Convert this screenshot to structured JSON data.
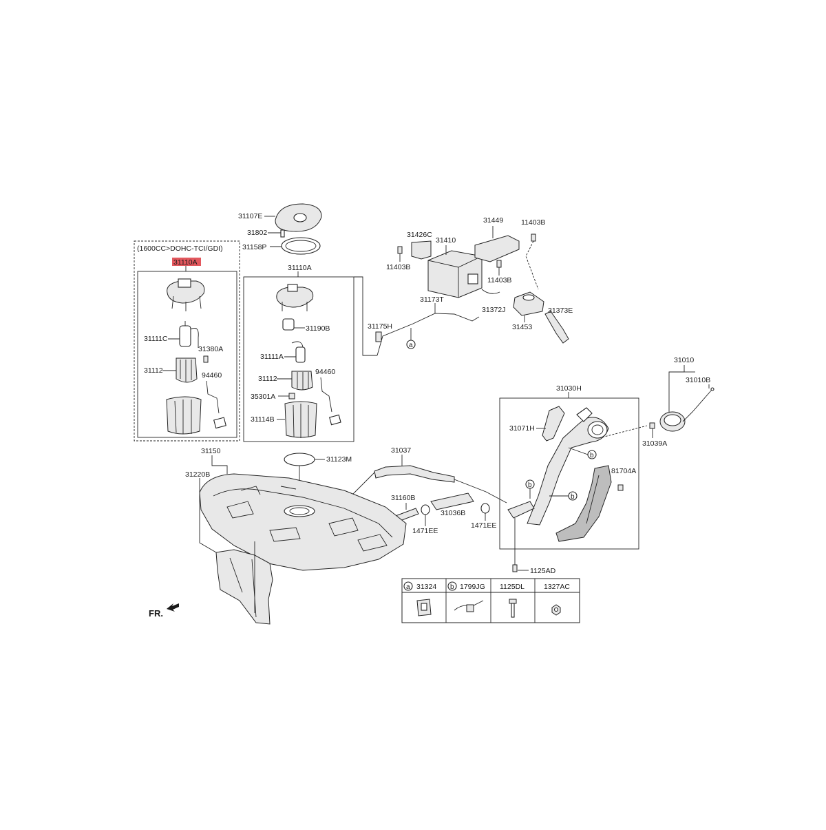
{
  "variant_note": "(1600CC>DOHC-TCI/GDI)",
  "front_marker": "FR.",
  "highlight_color": "#e3585e",
  "labels": {
    "p31107E": "31107E",
    "p31802": "31802",
    "p31158P": "31158P",
    "p31110A_highlight": "31110A",
    "p31110A": "31110A",
    "p31111C": "31111C",
    "p31380A": "31380A",
    "p31112_left": "31112",
    "p94460_left": "94460",
    "p31190B": "31190B",
    "p31111A": "31111A",
    "p31112_mid": "31112",
    "p94460_mid": "94460",
    "p35301A": "35301A",
    "p31114B": "31114B",
    "p31426C": "31426C",
    "p31410": "31410",
    "p31449": "31449",
    "p11403B_top": "11403B",
    "p11403B_left": "11403B",
    "p11403B_mid": "11403B",
    "p31173T": "31173T",
    "p31372J": "31372J",
    "p31175H": "31175H",
    "p31453": "31453",
    "p31373E": "31373E",
    "p31010": "31010",
    "p31010B": "31010B",
    "p31030H": "31030H",
    "p31071H": "31071H",
    "p31039A": "31039A",
    "p81704A": "81704A",
    "p31150": "31150",
    "p31220B": "31220B",
    "p31123M": "31123M",
    "p31037": "31037",
    "p31160B": "31160B",
    "p31036B": "31036B",
    "p1471EE_left": "1471EE",
    "p1471EE_right": "1471EE",
    "p1125AD": "1125AD"
  },
  "callouts": {
    "a": "a",
    "b": "b"
  },
  "legend": {
    "headers": [
      {
        "mark": "a",
        "code": "31324"
      },
      {
        "mark": "b",
        "code": "1799JG"
      },
      {
        "mark": "",
        "code": "1125DL"
      },
      {
        "mark": "",
        "code": "1327AC"
      }
    ]
  }
}
